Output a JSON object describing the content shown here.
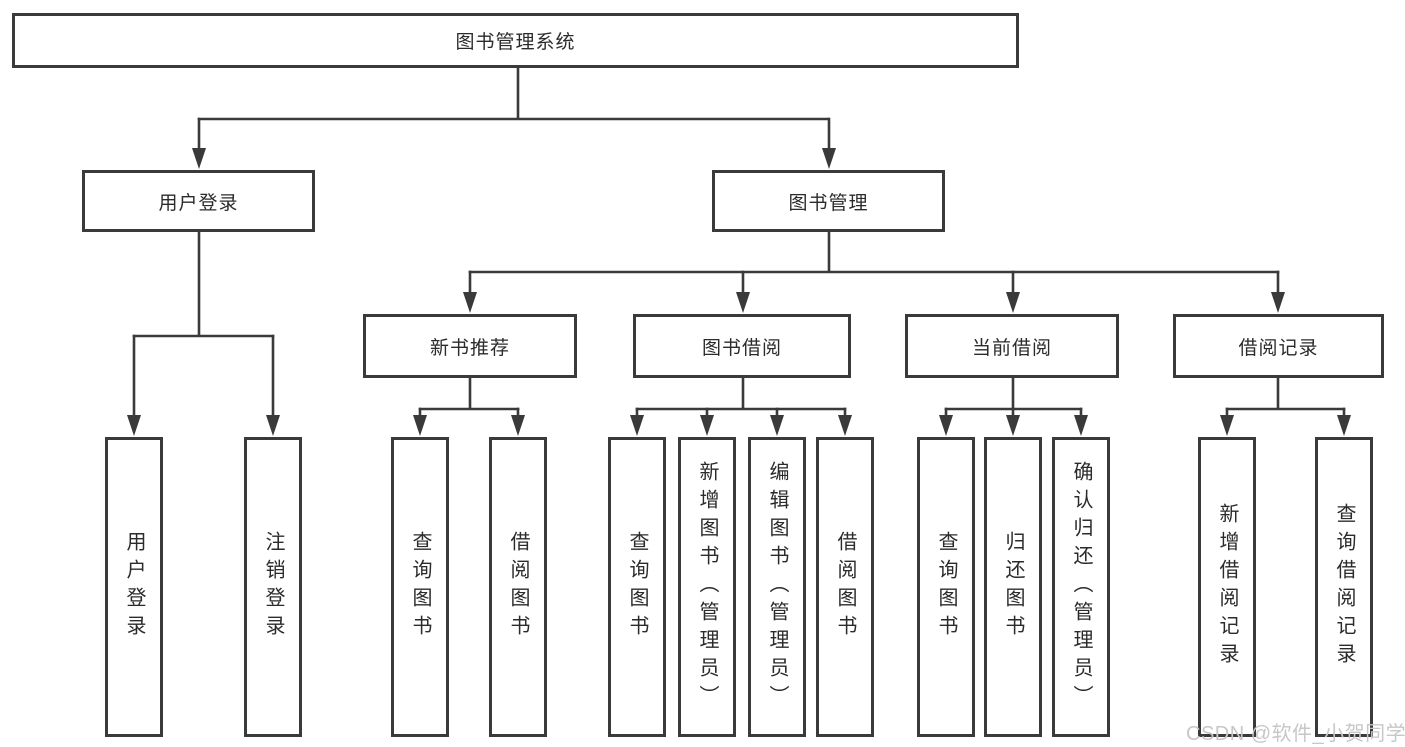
{
  "tree": {
    "root": {
      "label": "图书管理系统"
    },
    "branches": [
      {
        "label": "用户登录",
        "children": [
          {
            "label": "用户登录"
          },
          {
            "label": "注销登录"
          }
        ]
      },
      {
        "label": "图书管理",
        "children": [
          {
            "label": "新书推荐",
            "children": [
              {
                "label": "查询图书"
              },
              {
                "label": "借阅图书"
              }
            ]
          },
          {
            "label": "图书借阅",
            "children": [
              {
                "label": "查询图书"
              },
              {
                "label": "新增图书（管理员）"
              },
              {
                "label": "编辑图书（管理员）"
              },
              {
                "label": "借阅图书"
              }
            ]
          },
          {
            "label": "当前借阅",
            "children": [
              {
                "label": "查询图书"
              },
              {
                "label": "归还图书"
              },
              {
                "label": "确认归还（管理员）"
              }
            ]
          },
          {
            "label": "借阅记录",
            "children": [
              {
                "label": "新增借阅记录"
              },
              {
                "label": "查询借阅记录"
              }
            ]
          }
        ]
      }
    ]
  },
  "watermark": {
    "text": "CSDN @软件_小贺同学"
  },
  "colors": {
    "line": "#3a3a3a",
    "box_border": "#3a3a3a",
    "text": "#2b2b2b",
    "watermark": "#c7c7c7",
    "background": "#ffffff"
  }
}
